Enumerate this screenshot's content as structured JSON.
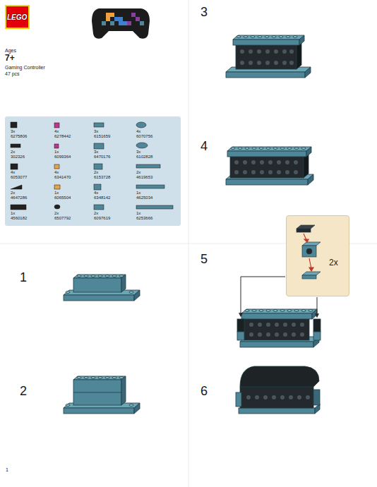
{
  "diagram": {
    "nodes": [
      {
        "text": [
          "LEGO"
        ]
      },
      {
        "text": [
          "3x",
          "6275806",
          "4x",
          "6278442",
          "3x",
          "6151659",
          "4x",
          "6070756",
          "2x",
          "302326",
          "1x",
          "6099364",
          "3x",
          "6470176",
          "3x",
          "6102828",
          "4x",
          "6053077",
          "4x",
          "6341470",
          "2x",
          "6153728",
          "2x",
          "4619653",
          "2x",
          "4647286",
          "1x",
          "6065504",
          "4x",
          "6348142",
          "1x",
          "4625034",
          "1x",
          "4560182",
          "2x",
          "6507792",
          "2x",
          "6097619",
          "1x",
          "6253666"
        ]
      },
      {
        "text": [
          "2x"
        ]
      }
    ],
    "labels": [
      "Ages",
      "7+",
      "Gaming Controller",
      "47 pcs",
      "1",
      "2",
      "3",
      "4",
      "5",
      "6",
      "1"
    ]
  }
}
